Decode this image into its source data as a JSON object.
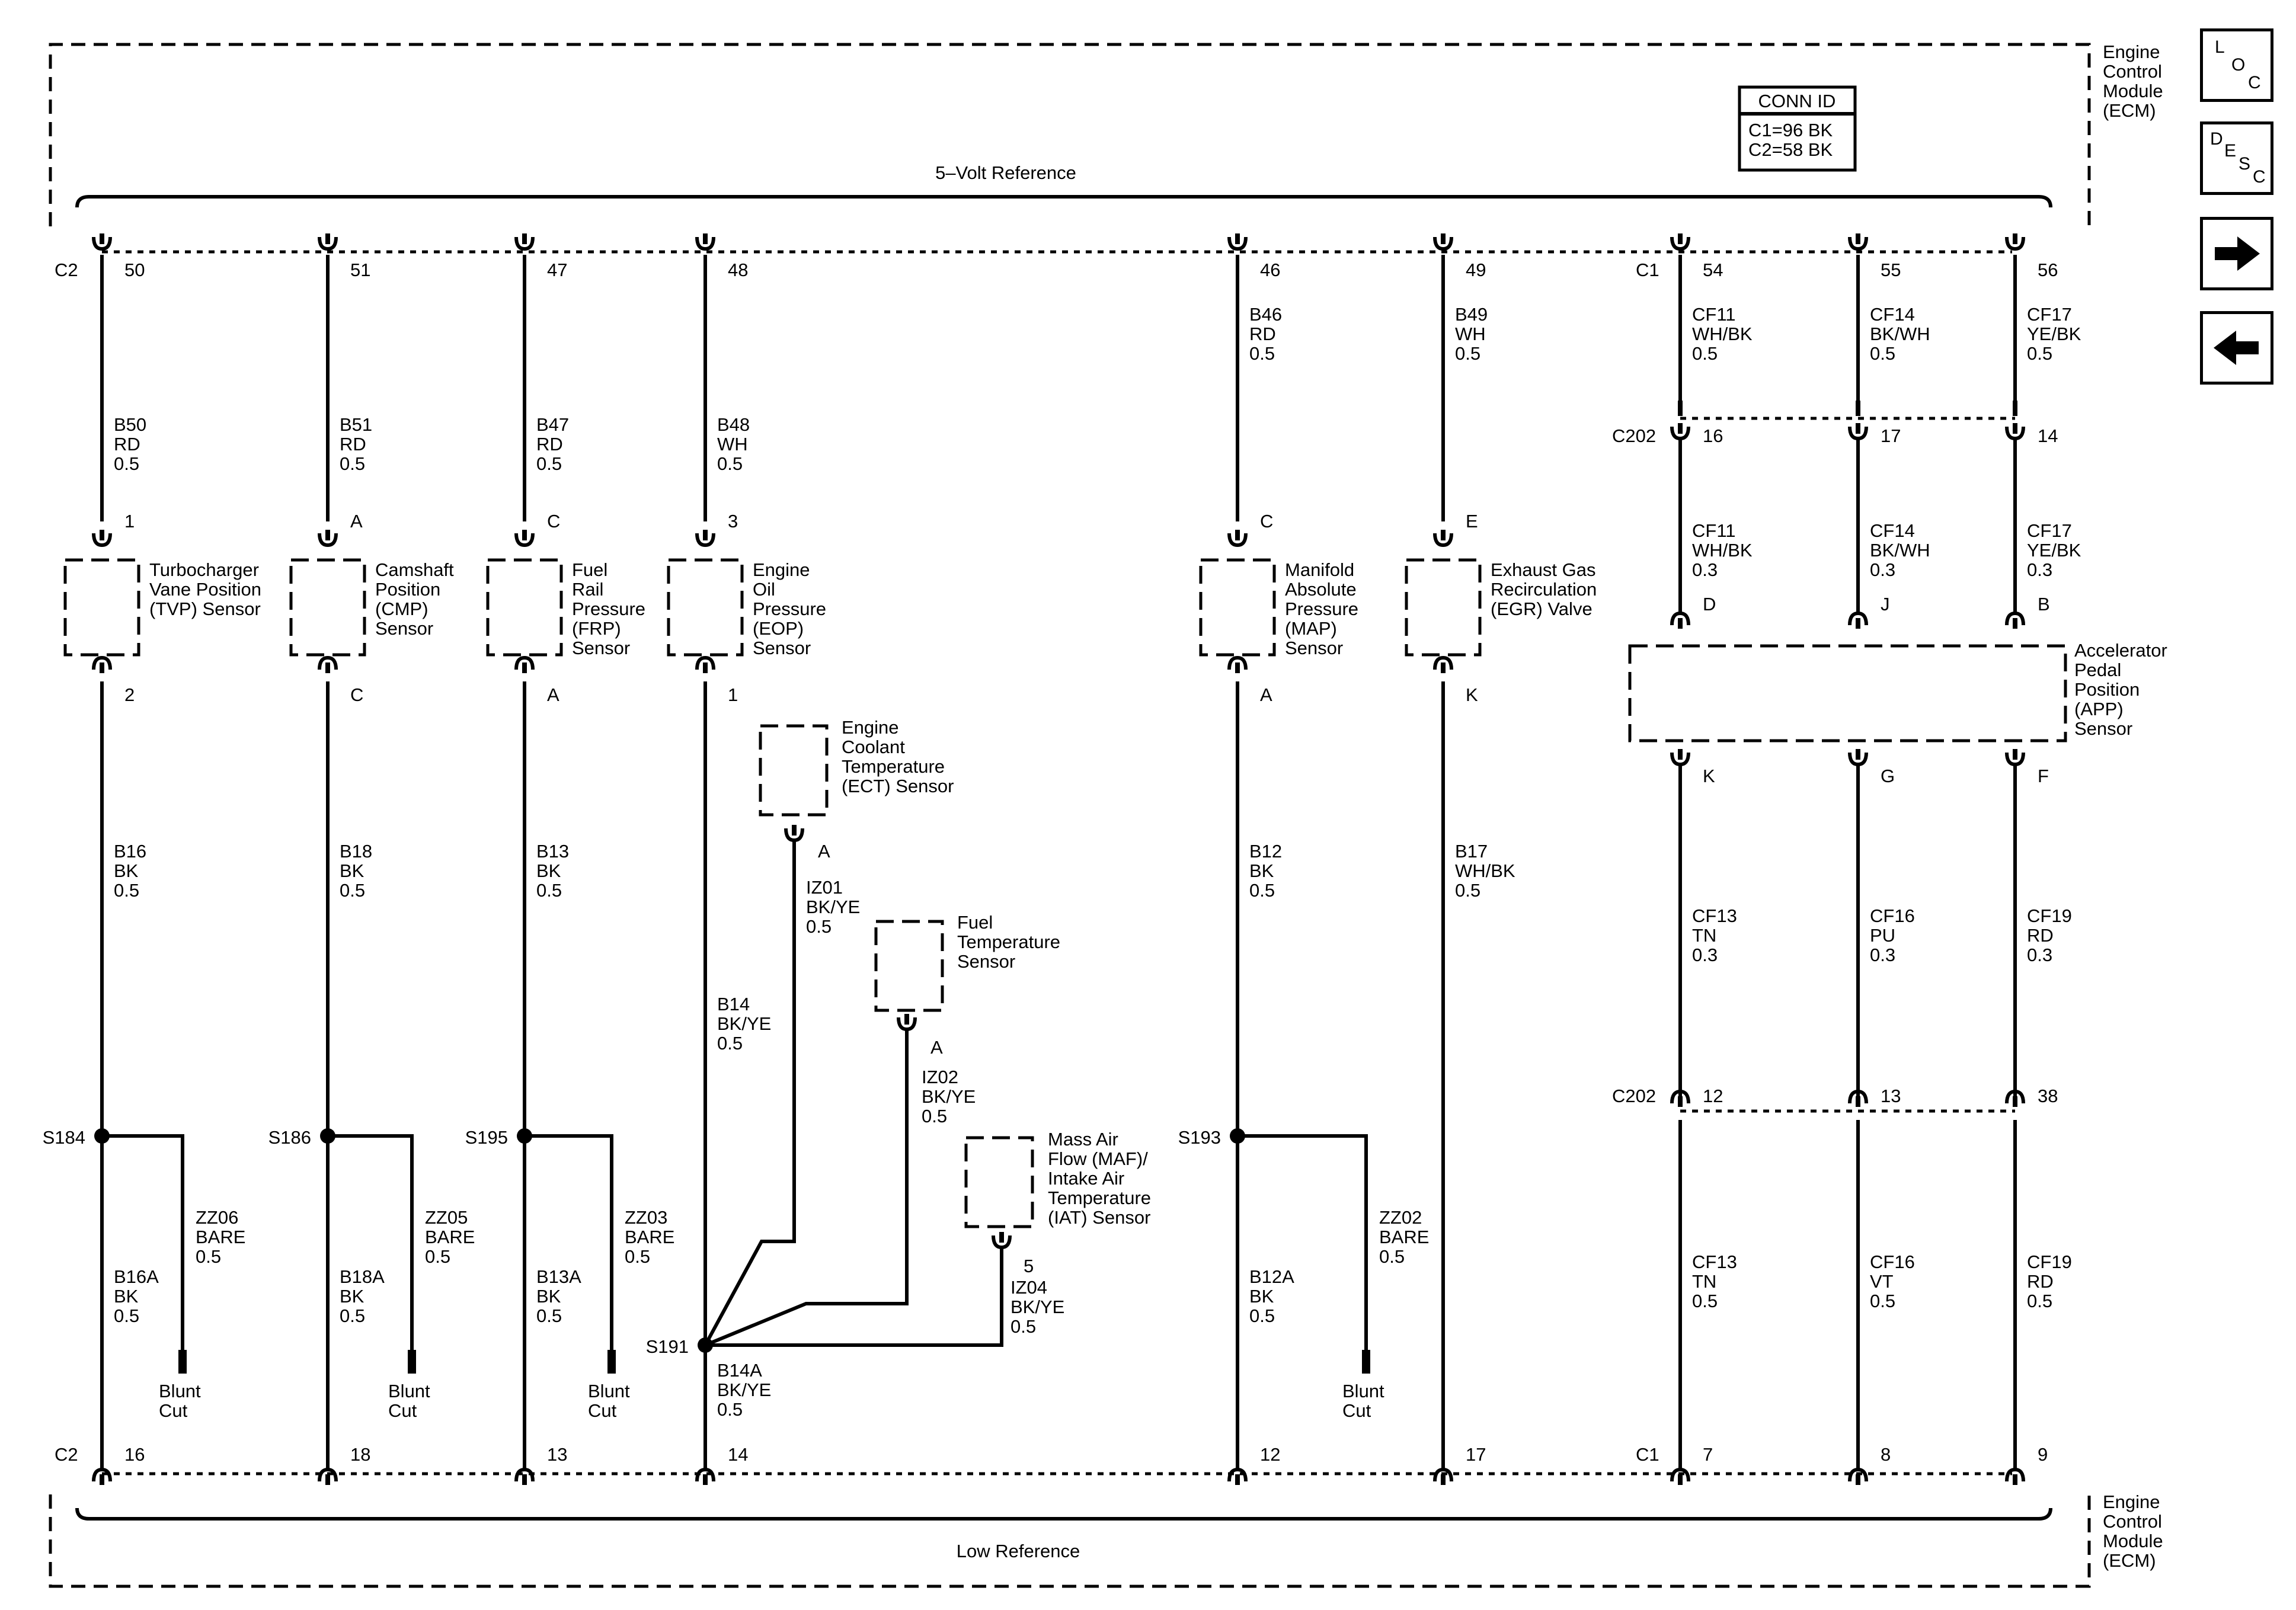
{
  "module": {
    "title": "Engine Control Module (ECM)"
  },
  "conn_table": {
    "header": "CONN ID",
    "rows": [
      "C1=96 BK",
      "C2=58 BK"
    ]
  },
  "bus": {
    "top": "5–Volt Reference",
    "bottom": "Low Reference"
  },
  "connectors": {
    "c2_top": "C2",
    "c1_top": "C1",
    "c2_bottom": "C2",
    "c1_bottom": "C1",
    "c202_upper": "C202",
    "c202_lower": "C202"
  },
  "pins": {
    "ecm_top": [
      "50",
      "51",
      "47",
      "48",
      "46",
      "49",
      "54",
      "55",
      "56"
    ],
    "ecm_bottom": [
      "16",
      "18",
      "13",
      "14",
      "12",
      "17",
      "7",
      "8",
      "9"
    ],
    "c202_upper": [
      "16",
      "17",
      "14"
    ],
    "c202_lower": [
      "12",
      "13",
      "38"
    ]
  },
  "components": {
    "tvp": {
      "name": [
        "Turbocharger",
        "Vane Position",
        "(TVP) Sensor"
      ],
      "pin_top": "1",
      "pin_bottom": "2"
    },
    "cmp": {
      "name": [
        "Camshaft",
        "Position",
        "(CMP)",
        "Sensor"
      ],
      "pin_top": "A",
      "pin_bottom": "C"
    },
    "frp": {
      "name": [
        "Fuel",
        "Rail",
        "Pressure",
        "(FRP)",
        "Sensor"
      ],
      "pin_top": "C",
      "pin_bottom": "A"
    },
    "eop": {
      "name": [
        "Engine",
        "Oil",
        "Pressure",
        "(EOP)",
        "Sensor"
      ],
      "pin_top": "3",
      "pin_bottom": "1"
    },
    "map": {
      "name": [
        "Manifold",
        "Absolute",
        "Pressure",
        "(MAP)",
        "Sensor"
      ],
      "pin_top": "C",
      "pin_bottom": "A"
    },
    "egr": {
      "name": [
        "Exhaust Gas",
        "Recirculation",
        "(EGR) Valve"
      ],
      "pin_top": "E",
      "pin_bottom": "K"
    },
    "ect": {
      "name": [
        "Engine",
        "Coolant",
        "Temperature",
        "(ECT) Sensor"
      ],
      "pin": "A"
    },
    "fuel_temp": {
      "name": [
        "Fuel",
        "Temperature",
        "Sensor"
      ],
      "pin": "A"
    },
    "maf": {
      "name": [
        "Mass Air",
        "Flow (MAF)/",
        "Intake Air",
        "Temperature",
        "(IAT) Sensor"
      ],
      "pin": "5"
    },
    "app": {
      "name": [
        "Accelerator",
        "Pedal",
        "Position",
        "(APP)",
        "Sensor"
      ],
      "pins_top": [
        "D",
        "J",
        "B"
      ],
      "pins_bottom": [
        "K",
        "G",
        "F"
      ]
    }
  },
  "wires": {
    "b50": [
      "B50",
      "RD",
      "0.5"
    ],
    "b51": [
      "B51",
      "RD",
      "0.5"
    ],
    "b47": [
      "B47",
      "RD",
      "0.5"
    ],
    "b48": [
      "B48",
      "WH",
      "0.5"
    ],
    "b46": [
      "B46",
      "RD",
      "0.5"
    ],
    "b49": [
      "B49",
      "WH",
      "0.5"
    ],
    "cf11a": [
      "CF11",
      "WH/BK",
      "0.5"
    ],
    "cf14a": [
      "CF14",
      "BK/WH",
      "0.5"
    ],
    "cf17a": [
      "CF17",
      "YE/BK",
      "0.5"
    ],
    "cf11b": [
      "CF11",
      "WH/BK",
      "0.3"
    ],
    "cf14b": [
      "CF14",
      "BK/WH",
      "0.3"
    ],
    "cf17b": [
      "CF17",
      "YE/BK",
      "0.3"
    ],
    "b16": [
      "B16",
      "BK",
      "0.5"
    ],
    "b18": [
      "B18",
      "BK",
      "0.5"
    ],
    "b13": [
      "B13",
      "BK",
      "0.5"
    ],
    "b14": [
      "B14",
      "BK/YE",
      "0.5"
    ],
    "b12": [
      "B12",
      "BK",
      "0.5"
    ],
    "b17": [
      "B17",
      "WH/BK",
      "0.5"
    ],
    "iz01": [
      "IZ01",
      "BK/YE",
      "0.5"
    ],
    "iz02": [
      "IZ02",
      "BK/YE",
      "0.5"
    ],
    "iz04": [
      "IZ04",
      "BK/YE",
      "0.5"
    ],
    "cf13a": [
      "CF13",
      "TN",
      "0.3"
    ],
    "cf16a": [
      "CF16",
      "PU",
      "0.3"
    ],
    "cf19a": [
      "CF19",
      "RD",
      "0.3"
    ],
    "cf13b": [
      "CF13",
      "TN",
      "0.5"
    ],
    "cf16b": [
      "CF16",
      "VT",
      "0.5"
    ],
    "cf19b": [
      "CF19",
      "RD",
      "0.5"
    ],
    "zz06": [
      "ZZ06",
      "BARE",
      "0.5"
    ],
    "zz05": [
      "ZZ05",
      "BARE",
      "0.5"
    ],
    "zz03": [
      "ZZ03",
      "BARE",
      "0.5"
    ],
    "zz02": [
      "ZZ02",
      "BARE",
      "0.5"
    ],
    "b16a": [
      "B16A",
      "BK",
      "0.5"
    ],
    "b18a": [
      "B18A",
      "BK",
      "0.5"
    ],
    "b13a": [
      "B13A",
      "BK",
      "0.5"
    ],
    "b14a": [
      "B14A",
      "BK/YE",
      "0.5"
    ],
    "b12a": [
      "B12A",
      "BK",
      "0.5"
    ]
  },
  "splices": [
    "S184",
    "S186",
    "S195",
    "S193",
    "S191"
  ],
  "blunt_cut": [
    "Blunt",
    "Cut"
  ],
  "nav": {
    "loc": [
      "L",
      "O",
      "C"
    ],
    "desc": [
      "D",
      "E",
      "S",
      "C"
    ]
  }
}
